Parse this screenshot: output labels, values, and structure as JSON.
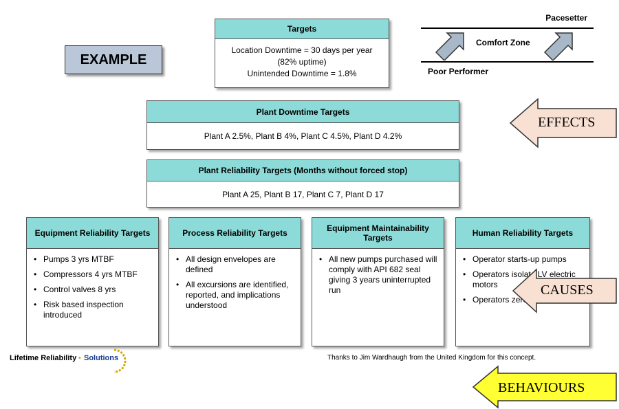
{
  "example_label": "EXAMPLE",
  "targets": {
    "title": "Targets",
    "lines": [
      "Location Downtime  = 30 days per year",
      "(82% uptime)",
      "Unintended Downtime  = 1.8%"
    ]
  },
  "comfort": {
    "top": "Pacesetter",
    "middle": "Comfort Zone",
    "bottom": "Poor Performer"
  },
  "downtime": {
    "title": "Plant Downtime Targets",
    "body": "Plant A 2.5%, Plant B 4%, Plant C 4.5%, Plant D 4.2%"
  },
  "reliability": {
    "title": "Plant Reliability  Targets (Months  without forced stop)",
    "body": "Plant A 25, Plant B 17, Plant C 7, Plant D 17"
  },
  "columns": [
    {
      "title": "Equipment Reliability Targets",
      "items": [
        "Pumps 3 yrs MTBF",
        "Compressors 4 yrs MTBF",
        "Control valves 8 yrs",
        "Risk based inspection introduced"
      ]
    },
    {
      "title": "Process Reliability  Targets",
      "items": [
        "All design envelopes are defined",
        "All excursions are identified, reported, and implications understood"
      ]
    },
    {
      "title": "Equipment Maintainability Targets",
      "items": [
        "All new  pumps  purchased will comply with API 682 seal giving 3 years uninterrupted run"
      ]
    },
    {
      "title": "Human Reliability  Targets",
      "items": [
        "Operator starts-up pumps",
        "Operators isolate LV electric motors",
        "Operators zero instruments"
      ]
    }
  ],
  "arrows": {
    "effects": "EFFECTS",
    "causes": "CAUSES",
    "behaviours": "BEHAVIOURS"
  },
  "colors": {
    "header": "#8ddbd9",
    "effects": "#f8e1d3",
    "causes": "#f8e1d3",
    "behaviours": "#ffff33"
  },
  "logo": {
    "text1": "Lifetime Reliability",
    "text2": "Solutions"
  },
  "credit": "Thanks to Jim Wardhaugh from the United Kingdom for this concept."
}
